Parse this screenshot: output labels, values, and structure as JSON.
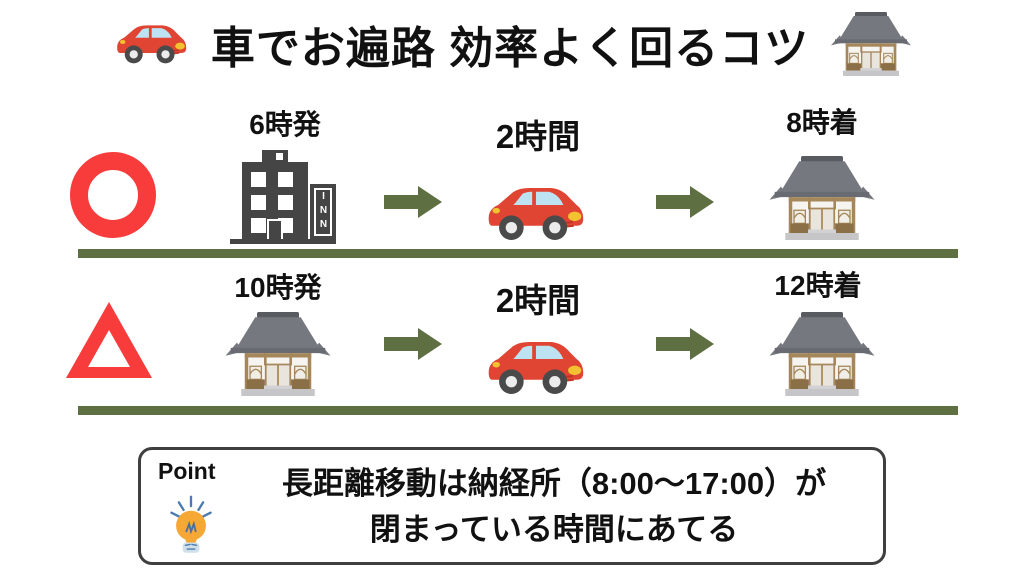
{
  "title": {
    "text": "車でお遍路 効率よく回るコツ"
  },
  "rows": [
    {
      "marker": "circle",
      "origin_label": "6時発",
      "origin_icon": "inn-building",
      "duration_label": "2時間",
      "vehicle_icon": "red-car",
      "destination_label": "8時着",
      "destination_icon": "temple"
    },
    {
      "marker": "triangle",
      "origin_label": "10時発",
      "origin_icon": "temple",
      "duration_label": "2時間",
      "vehicle_icon": "red-car",
      "destination_label": "12時着",
      "destination_icon": "temple"
    }
  ],
  "inn": {
    "sign_text": "INN"
  },
  "point_box": {
    "label": "Point",
    "icon": "lightbulb-icon",
    "line1": "長距離移動は納経所（8:00〜17:00）が",
    "line2": "閉まっている時間にあてる"
  },
  "icons": {
    "title_left": "red-car-icon",
    "title_right": "temple-icon",
    "step_arrow": "right-arrow-icon"
  },
  "colors": {
    "marker_red": "#F83C3C",
    "arrow_olive": "#5E7042",
    "car_red": "#E04433",
    "building_gray": "#454545",
    "background": "#FFFFFF"
  }
}
